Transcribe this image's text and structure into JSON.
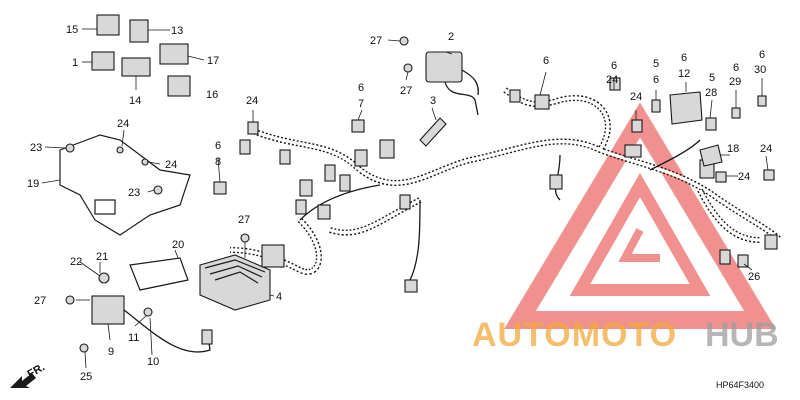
{
  "diagram": {
    "code": "HP64F3400",
    "watermark": {
      "brand": "AUTOMOTOHUB",
      "color": "#e53935"
    },
    "labels": [
      {
        "id": "p15",
        "text": "15"
      },
      {
        "id": "p13",
        "text": "13"
      },
      {
        "id": "p1",
        "text": "1"
      },
      {
        "id": "p17",
        "text": "17"
      },
      {
        "id": "p14",
        "text": "14"
      },
      {
        "id": "p16",
        "text": "16"
      },
      {
        "id": "p27a",
        "text": "27"
      },
      {
        "id": "p2",
        "text": "2"
      },
      {
        "id": "p27b",
        "text": "27"
      },
      {
        "id": "p3",
        "text": "3"
      },
      {
        "id": "p24a",
        "text": "24"
      },
      {
        "id": "p6a",
        "text": "6"
      },
      {
        "id": "p7",
        "text": "7"
      },
      {
        "id": "p6b",
        "text": "6"
      },
      {
        "id": "p6c",
        "text": "6"
      },
      {
        "id": "p24b",
        "text": "24"
      },
      {
        "id": "p24c",
        "text": "24"
      },
      {
        "id": "p5",
        "text": "5"
      },
      {
        "id": "p6d",
        "text": "6"
      },
      {
        "id": "p6e",
        "text": "6"
      },
      {
        "id": "p12",
        "text": "12"
      },
      {
        "id": "p5b",
        "text": "5"
      },
      {
        "id": "p28",
        "text": "28"
      },
      {
        "id": "p6f",
        "text": "6"
      },
      {
        "id": "p29",
        "text": "29"
      },
      {
        "id": "p6g",
        "text": "6"
      },
      {
        "id": "p30",
        "text": "30"
      },
      {
        "id": "p23a",
        "text": "23"
      },
      {
        "id": "p24d",
        "text": "24"
      },
      {
        "id": "p24e",
        "text": "24"
      },
      {
        "id": "p19",
        "text": "19"
      },
      {
        "id": "p23b",
        "text": "23"
      },
      {
        "id": "p6h",
        "text": "6"
      },
      {
        "id": "p8",
        "text": "8"
      },
      {
        "id": "p18",
        "text": "18"
      },
      {
        "id": "p24f",
        "text": "24"
      },
      {
        "id": "p24g",
        "text": "24"
      },
      {
        "id": "p27c",
        "text": "27"
      },
      {
        "id": "p26",
        "text": "26"
      },
      {
        "id": "p21",
        "text": "21"
      },
      {
        "id": "p20",
        "text": "20"
      },
      {
        "id": "p22",
        "text": "22"
      },
      {
        "id": "p4",
        "text": "4"
      },
      {
        "id": "p27d",
        "text": "27"
      },
      {
        "id": "p11",
        "text": "11"
      },
      {
        "id": "p9",
        "text": "9"
      },
      {
        "id": "p10",
        "text": "10"
      },
      {
        "id": "p25",
        "text": "25"
      }
    ],
    "fr_marker": "FR."
  }
}
